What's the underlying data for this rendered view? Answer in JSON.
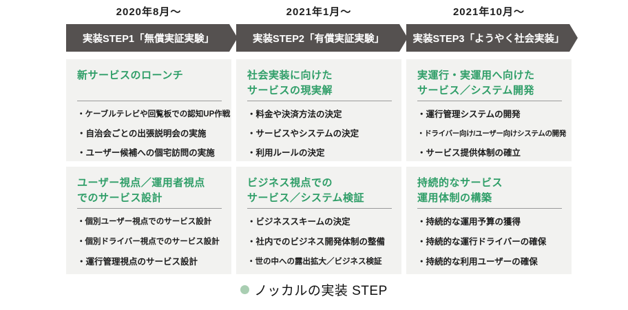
{
  "columns": [
    {
      "date": "2020年8月～",
      "banner": "実装STEP1「無償実証実験」",
      "cards": [
        {
          "heading_lines": [
            "新サービスのローンチ",
            ""
          ],
          "bullets": [
            "・ケーブルテレビや回覧板での認知UP作戦",
            "・自治会ごとの出張説明会の実施",
            "・ユーザー候補への個宅訪問の実施"
          ]
        },
        {
          "heading_lines": [
            "ユーザー視点／運用者視点",
            "でのサービス設計"
          ],
          "bullets": [
            "・個別ユーザー視点でのサービス設計",
            "・個別ドライバー視点でのサービス設計",
            "・運行管理視点のサービス設計"
          ]
        }
      ]
    },
    {
      "date": "2021年1月～",
      "banner": "実装STEP2「有償実証実験」",
      "cards": [
        {
          "heading_lines": [
            "社会実装に向けた",
            "サービスの現実解"
          ],
          "bullets": [
            "・料金や決済方法の決定",
            "・サービスやシステムの決定",
            "・利用ルールの決定"
          ]
        },
        {
          "heading_lines": [
            "ビジネス視点での",
            "サービス／システム検証"
          ],
          "bullets": [
            "・ビジネススキームの決定",
            "・社内でのビジネス開発体制の整備",
            "・世の中への露出拡大／ビジネス検証"
          ]
        }
      ]
    },
    {
      "date": "2021年10月～",
      "banner": "実装STEP3「ようやく社会実装」",
      "cards": [
        {
          "heading_lines": [
            "実運行・実運用へ向けた",
            "サービス／システム開発"
          ],
          "bullets": [
            "・運行管理システムの開発",
            "・ドライバー向け/ユーザー向けシステムの開発",
            "・サービス提供体制の確立"
          ]
        },
        {
          "heading_lines": [
            "持続的なサービス",
            "運用体制の構築"
          ],
          "bullets": [
            "・持続的な運用予算の獲得",
            "・持続的な運行ドライバーの確保",
            "・持続的な利用ユーザーの確保"
          ]
        }
      ]
    }
  ],
  "caption": {
    "dot_icon": "circle",
    "text": "ノッカルの実装 STEP"
  },
  "colors": {
    "banner_bg": "#555150",
    "card_bg": "#f2f2f0",
    "accent_green": "#2f9e68",
    "text_dark": "#1c1c1c",
    "divider": "#9a9a9a",
    "caption_dot": "#a9ceb2"
  }
}
